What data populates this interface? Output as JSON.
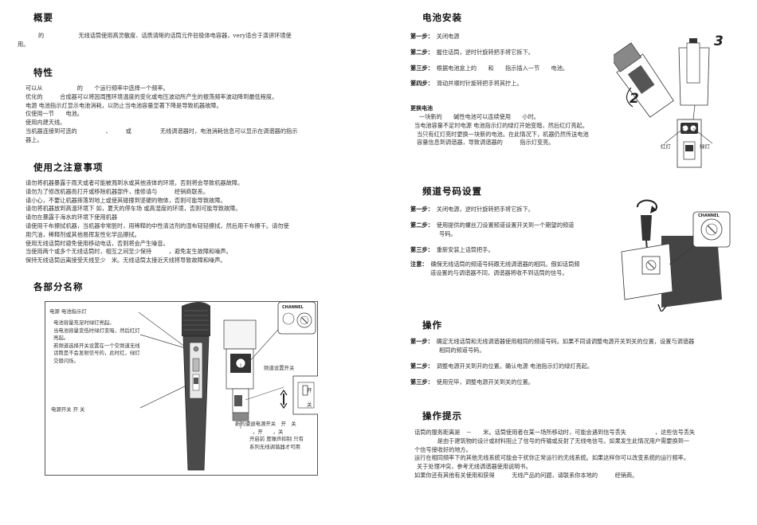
{
  "left": {
    "overview": {
      "title": "概要",
      "line1": "的　　　　　　无线话筒使用高灵敏度、话质清晰的话筒元件驻极体电容器，very适合于演讲环境使",
      "line2": "用。"
    },
    "features": {
      "title": "特性",
      "lines": [
        "可以从　　　　　　的　　个运行频率中选择一个频率。",
        "优化的　　　合成器可以将因周围环境温度的变化或电压波动所产生的振荡频率波动降到最低程度。",
        "电源 电池指示灯显示电池消耗，以防止当电池容量显著下降是导致机器故障。",
        "仅使用一节　　电池。",
        "使用内建天线。",
        "当机器连接到可选的　　　　　、　　　或　　　　　无线调谐器时，电池消耗信息可以显示在调谐器的指示",
        "器上。"
      ]
    },
    "precautions": {
      "title": "使用之注意事项",
      "lines": [
        "请勿将机器暴露于雨天或者可能被溅到水或其他液体的环境，否则将会导致机器故障。",
        "请勿为了修改机器而打开或移除机器部件，维修请与　　　经销商联系。",
        "请小心，不要让机器摔落到地上或使其碰撞到坚硬的物体，否则可能导致故障。",
        "请勿将机器放到高温环境下 如，夏天的停车场 或高湿度的环境，否则可能导致故障。",
        "请勿在暴露于海水的环境下使用机器",
        "请使用干布擦拭机器，当机器非常脏时，用稀释的中性清洁剂的湿布轻轻擦拭，然后用干布擦干。请勿使",
        "用汽油，稀释剂或其他易挥发性化学品擦拭。",
        "使用无线话筒时避免使用移动电话，否则将会产生噪音。",
        "当使用两个或多个无线话筒时，相互之间至少保持　　　，避免发生故障和噪声。",
        "保持无线话筒远离接受天线至少　米。无线话筒太接近天线将导致故障和噪声。"
      ]
    },
    "parts": {
      "title": "各部分名称",
      "indicator_label": "电源 电池指示灯",
      "indicator_desc": [
        "电池容量充足时绿灯亮起。",
        "当电池容量变低时绿灯变暗，然后红灯",
        "亮起。",
        "若频道选择开关设置在一个空频道无线",
        "话筒是不会发射信号的，此时红，绿灯",
        "交替闪烁。"
      ],
      "power_switch_label": "电源开关 开 关",
      "channel_switch_label": "频道设置开关",
      "channel_text": "CHANNEL",
      "switch_on": "开",
      "switch_off": "关",
      "newmodel_desc": [
        "新的遭退电源开关　开　关",
        "，开　　，关",
        "开启前 度噪声抑制 只有",
        "系列无线调谐器才可用"
      ]
    }
  },
  "right": {
    "battery": {
      "title": "电池安装",
      "steps": [
        {
          "label": "第一步：",
          "text": "关闭电源"
        },
        {
          "label": "第二步：",
          "text": "握住话筒，逆时针旋转把手将它拆下。"
        },
        {
          "label": "第三步：",
          "text": "根据电池盒上的　　和　　指示插入一节　　电池。"
        },
        {
          "label": "第四步：",
          "text": "滑动并顺时针旋转把手将其拧上。"
        }
      ],
      "replace_title": "更换电池",
      "replace_lines": [
        "一块新的　　碱性电池可以连续使用　　小时。",
        "当电池容量不足时电源 电池指示灯的绿灯开始变暗，然后红灯亮起。",
        "当只有红灯亮时更换一块新的电池。在此情况下，机器仍然传送电池",
        "容量信息到调谐器，导致调谐器的　　　指示灯变亮。"
      ],
      "fig_num_3": "3",
      "fig_num_2": "2",
      "red_label": "红灯",
      "green_label": "绿灯"
    },
    "channel": {
      "title": "频道号码设置",
      "steps": [
        {
          "label": "第一步：",
          "text": "关闭电源，逆时针旋转把手将它拆下。"
        },
        {
          "label": "第二步：",
          "text": "使用提供的螺丝刀设置频道设置开关到一个期望的频道"
        },
        {
          "label": "",
          "text": "号码。"
        },
        {
          "label": "第三步：",
          "text": "重新安装上话筒把手。"
        },
        {
          "label": "注意：",
          "text": "确保无线话筒的频道号码跟无线调谐器的相同。假如话筒频"
        },
        {
          "label": "",
          "text": "道设置的与调谐器不同，调谐器将收不到话筒的信号。"
        }
      ],
      "channel_text": "CHANNEL"
    },
    "operation": {
      "title": "操作",
      "steps": [
        {
          "label": "第一步：",
          "text": "确定无线话筒和无线调谐器使用相同的频道号码。如果不同请调整电源开关到关的位置，设置与调谐器"
        },
        {
          "label": "",
          "text": "相同的频道号码。"
        },
        {
          "label": "第二步：",
          "text": "调整电源开关到开的位置。确认电源 电池指示灯的绿灯亮起。"
        },
        {
          "label": "第三步：",
          "text": "使用完毕，调整电源开关到关的位置。"
        }
      ]
    },
    "tips": {
      "title": "操作提示",
      "lines": [
        "话筒的服务距离是　－　　米。话筒使用者在某一场所移动时，可能会遇到信号丢失　　　　　，这些信号丢失",
        "　　　　是由于建筑物的设计或材料阻止了信号的传输或反射了无线电信号。如果发生此情况用户需要换到一",
        "个信号接收好的地方。",
        "运行在相同频率下的其他无线系统可能会干扰你正常运行的无线系统。如果这样你可以改变系统的运行频率。",
        "关于处理冲突，参考无线调谐器使用说明书。",
        "如果你还有其他有关使用和获得　　　无线产品的问题，请联系你本地的　　　经销商。"
      ]
    }
  }
}
